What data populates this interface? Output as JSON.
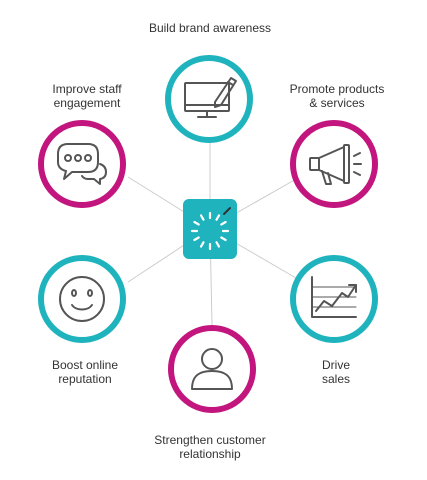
{
  "colors": {
    "accent_teal": "#1fb3bd",
    "accent_magenta": "#c2157d",
    "icon_stroke": "#555555",
    "spoke": "#cccccc",
    "text": "#333333"
  },
  "hub": {
    "icon": "circular-logo-icon"
  },
  "goals": [
    {
      "label": "Build brand awareness",
      "icon": "monitor-pencil-icon",
      "ring": "teal"
    },
    {
      "label": "Promote products\n& services",
      "icon": "megaphone-icon",
      "ring": "magenta"
    },
    {
      "label": "Drive\nsales",
      "icon": "rising-chart-icon",
      "ring": "teal"
    },
    {
      "label": "Strengthen customer\nrelationship",
      "icon": "person-icon",
      "ring": "magenta"
    },
    {
      "label": "Boost online\nreputation",
      "icon": "smiley-face-icon",
      "ring": "teal"
    },
    {
      "label": "Improve staff\nengagement",
      "icon": "speech-bubbles-icon",
      "ring": "magenta"
    }
  ]
}
